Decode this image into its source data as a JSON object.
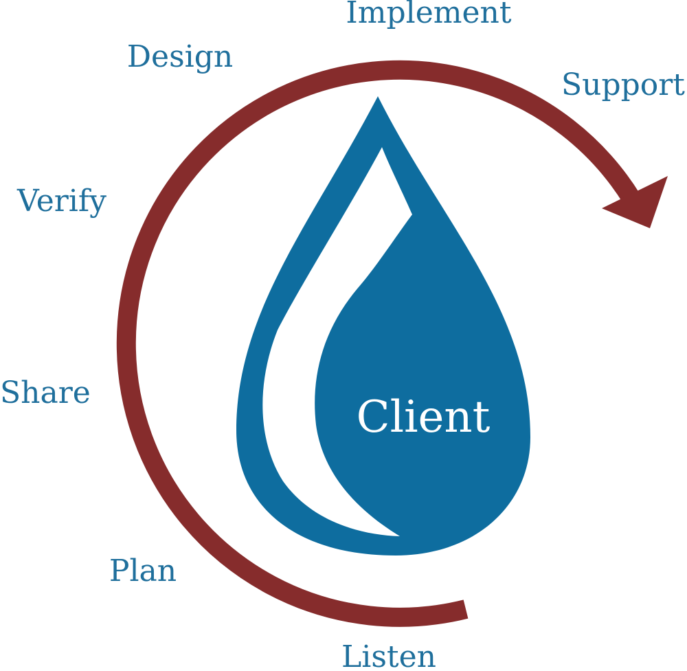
{
  "colors": {
    "arrow": "#862c2c",
    "drop": "#0e6d9f",
    "label": "#1f6f9c",
    "background": "#ffffff",
    "center_text": "#ffffff"
  },
  "center": {
    "label": "Client",
    "icon": "water-drop-icon"
  },
  "stages": [
    {
      "id": "listen",
      "label": "Listen"
    },
    {
      "id": "plan",
      "label": "Plan"
    },
    {
      "id": "share",
      "label": "Share"
    },
    {
      "id": "verify",
      "label": "Verify"
    },
    {
      "id": "design",
      "label": "Design"
    },
    {
      "id": "implement",
      "label": "Implement"
    },
    {
      "id": "support",
      "label": "Support"
    }
  ]
}
